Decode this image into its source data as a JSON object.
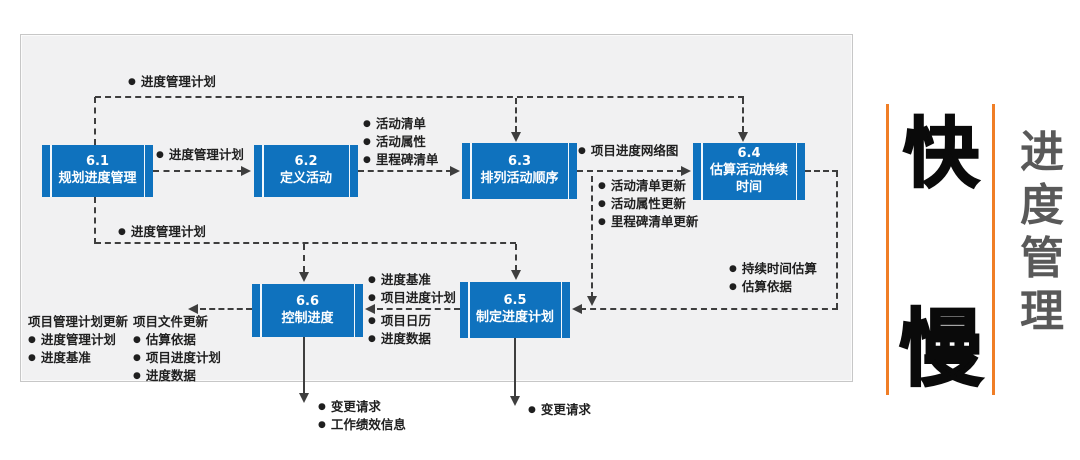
{
  "colors": {
    "box_blue": "#0f72be",
    "panel_bg": "#f1f1f2",
    "connector_dark": "#3e3e3e",
    "banner_orange": "#f07e26",
    "side_title_gray": "#595959"
  },
  "panel": {
    "boxes": [
      {
        "number": "6.1",
        "name": "规划进度管理"
      },
      {
        "number": "6.2",
        "name": "定义活动"
      },
      {
        "number": "6.3",
        "name": "排列活动顺序"
      },
      {
        "number": "6.4",
        "name": "估算活动持续时间"
      },
      {
        "number": "6.5",
        "name": "制定进度计划"
      },
      {
        "number": "6.6",
        "name": "控制进度"
      }
    ],
    "labels": {
      "plan_top": "进度管理计划",
      "plan_61_62": "进度管理计划",
      "out_62": [
        "活动清单",
        "活动属性",
        "里程碑清单"
      ],
      "out_63_main": "项目进度网络图",
      "out_63_updates": [
        "活动清单更新",
        "活动属性更新",
        "里程碑清单更新"
      ],
      "plan_mid": "进度管理计划",
      "out_64": [
        "持续时间估算",
        "估算依据"
      ],
      "out_65_upper": [
        "进度基准",
        "项目进度计划"
      ],
      "out_65_lower": [
        "项目日历",
        "进度数据"
      ],
      "out_66_plan_updates": {
        "heading": "项目管理计划更新",
        "items": [
          "进度管理计划",
          "进度基准"
        ]
      },
      "out_66_doc_updates": {
        "heading": "项目文件更新",
        "items": [
          "估算依据",
          "项目进度计划",
          "进度数据"
        ]
      },
      "out_66_bottom": [
        "变更请求",
        "工作绩效信息"
      ],
      "out_65_bottom": [
        "变更请求"
      ]
    }
  },
  "sidebar": {
    "fast": "快",
    "slow": "慢",
    "title_chars": [
      "进",
      "度",
      "管",
      "理"
    ]
  }
}
